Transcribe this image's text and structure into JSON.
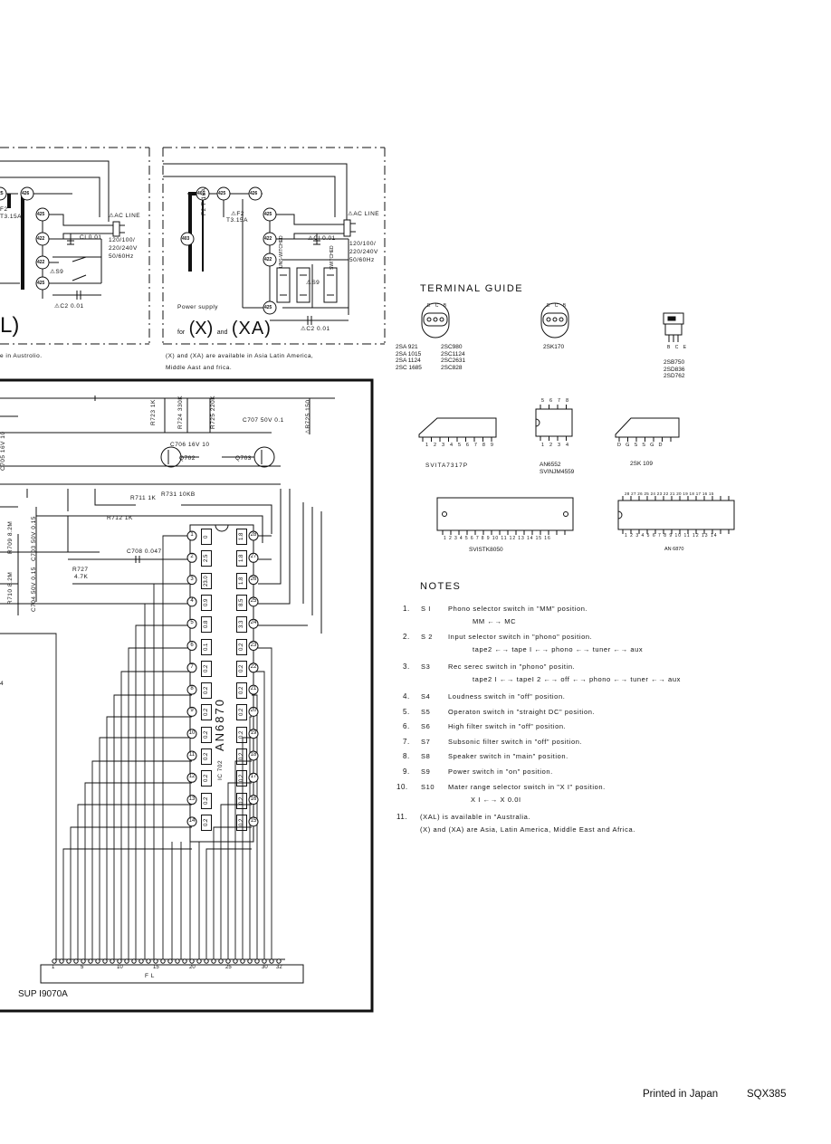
{
  "left_power": {
    "nodes": [
      "426",
      "425",
      "422",
      "422",
      "425"
    ],
    "ac_line": "AC LINE",
    "fuse": "F2",
    "fuse_rating": "T3.15A",
    "cap": "CI  0.01",
    "cap2": "C2  0.01",
    "switch": "S9",
    "voltages": [
      "120/100/",
      "220/240V",
      "50/60Hz"
    ],
    "model_tail": "L)",
    "caption": "e  in  Austrolio."
  },
  "right_power": {
    "nodes": [
      "401",
      "425",
      "426",
      "403",
      "425",
      "422",
      "422",
      "425"
    ],
    "ac_line": "AC  LINE",
    "fuse1": "F2 T 16A",
    "fuse2": "F2",
    "fuse2_rating": "T3.15A",
    "cap": "CI  0.01",
    "cap2": "C2  0.01",
    "switch": "S9",
    "unswitched": "UNS-WITCHED",
    "switched": "SWITCHED",
    "voltages": [
      "120/100/",
      "220/240V",
      "50/60Hz"
    ],
    "title_line1": "Power  supply",
    "title_for": "for",
    "title_x": "(X)",
    "title_and": "and",
    "title_xa": "(XA)",
    "caption_line1": "(X)  and  (XA)  are  available  in  Asia  Latin  America,",
    "caption_line2": "Middle  Aast  and  frica."
  },
  "meter_board": {
    "ic_name": "AN6870",
    "ic_ref": "IC 702",
    "left_pins": [
      {
        "num": "1",
        "val": "0"
      },
      {
        "num": "2",
        "val": "2.5"
      },
      {
        "num": "3",
        "val": "23.0"
      },
      {
        "num": "4",
        "val": "0.9"
      },
      {
        "num": "5",
        "val": "0.8"
      },
      {
        "num": "6",
        "val": "0.1"
      },
      {
        "num": "7",
        "val": "0.2"
      },
      {
        "num": "8",
        "val": "0.2"
      },
      {
        "num": "9",
        "val": "0.2"
      },
      {
        "num": "10",
        "val": "0.2"
      },
      {
        "num": "11",
        "val": "0.2"
      },
      {
        "num": "12",
        "val": "0.2"
      },
      {
        "num": "13",
        "val": "0.2"
      },
      {
        "num": "14",
        "val": "0.2"
      }
    ],
    "right_pins": [
      {
        "num": "28",
        "val": "1.8"
      },
      {
        "num": "27",
        "val": "1.8"
      },
      {
        "num": "26",
        "val": "1.8"
      },
      {
        "num": "25",
        "val": "8.5"
      },
      {
        "num": "24",
        "val": "3.3"
      },
      {
        "num": "23",
        "val": "0.2"
      },
      {
        "num": "22",
        "val": "0.2"
      },
      {
        "num": "21",
        "val": "0.2"
      },
      {
        "num": "20",
        "val": "0.2"
      },
      {
        "num": "19",
        "val": "0.2"
      },
      {
        "num": "18",
        "val": "0.2"
      },
      {
        "num": "17",
        "val": "0.2"
      },
      {
        "num": "16",
        "val": "0.2"
      },
      {
        "num": "15",
        "val": "0.2"
      }
    ],
    "r723": "R723",
    "r723_val": "1K",
    "r724": "R724",
    "r724_val": "330K",
    "r725": "R725",
    "r725_val": "220K",
    "c707": "C707  50V 0.1",
    "r725b": "R725 150",
    "c705": "C705",
    "c705_val": "16V 10",
    "c706": "C706  16V 10",
    "q702": "Q702",
    "q703": "Q703",
    "r711": "R711  1K",
    "r731": "R731  10KB",
    "r712": "R712  1K",
    "r709": "R709  8.2M",
    "c703": "C703  50V 0.15",
    "c708": "C708  0.047",
    "r727": "R727",
    "r727_val": "4.7K",
    "r710": "R710  8.2M",
    "c704": "C704  50V 0.15",
    "fl_label": "F L",
    "fl_numbers": [
      "1",
      "5",
      "10",
      "15",
      "20",
      "25",
      "30",
      "32"
    ],
    "board_ref": "SUP I9070A",
    "edge_mark": "4"
  },
  "terminal_guide": {
    "title": "TERMINAL   GUIDE",
    "to92_pins": "E C B",
    "to92_list_a": [
      "2SA 921",
      "2SA 1015",
      "2SA 1124",
      "2SC 1685"
    ],
    "to92_list_b": [
      "2SC980",
      "2SC1124",
      "2SC2631",
      "2SC828"
    ],
    "sk170_pins": "E C B",
    "sk170": "2SK170",
    "to220_pins": "B C E",
    "to220_list": [
      "2SB750",
      "2SD836",
      "2SD762"
    ],
    "sip9_pins": "1 2 3 4 5 6 7 8 9",
    "sip9_name": "SVITA7317P",
    "dip8_top": "5 6 7 8",
    "dip8_bot": "1 2 3 4",
    "dip8_name1": "AN6552",
    "dip8_name2": "SVINJM4559",
    "sk109_pins": "D G S  S G D",
    "sk109_name": "2SK 109",
    "stk_pins": "1 2 3 4 5 6 7 8 9 10 11 12 13 14 15 16",
    "stk_name": "SVISTK8050",
    "an_top": "28 27 26 25 24 23 22 21 20 19 18 17 16 15",
    "an_bot": "1 2 3 4 5 6 7 8 9 10 11 12 13 14",
    "an_name": "AN 6870"
  },
  "notes": {
    "title": "NOTES",
    "items": [
      {
        "num": "1.",
        "sw": "S I",
        "text": "Phono  selector  switch  in  \"MM\"  position.",
        "sub": "MM  ←→  MC"
      },
      {
        "num": "2.",
        "sw": "S 2",
        "text": "Input  selector  switch  in  \"phono\"  position.",
        "sub": "tape2  ←→  tape I  ←→  phono  ←→  tuner  ←→  aux"
      },
      {
        "num": "3.",
        "sw": "S3",
        "text": "Rec  serec  switch  in  \"phono\"  positin.",
        "sub": "tape2    I  ←→  tapeI    2  ←→  off  ←→  phono  ←→  tuner  ←→  aux"
      },
      {
        "num": "4.",
        "sw": "S4",
        "text": "Loudness  switch  in  \"off\"  position.",
        "sub": ""
      },
      {
        "num": "5.",
        "sw": "S5",
        "text": "Operaton  switch  in  \"straight  DC\"  position.",
        "sub": ""
      },
      {
        "num": "6.",
        "sw": "S6",
        "text": "High  filter  switch  in  \"off\"  position.",
        "sub": ""
      },
      {
        "num": "7.",
        "sw": "S7",
        "text": "Subsonic  filter  switch  in  \"off\"  position.",
        "sub": ""
      },
      {
        "num": "8.",
        "sw": "S8",
        "text": "Speaker  switch  in \"main\"  position.",
        "sub": ""
      },
      {
        "num": "9.",
        "sw": "S9",
        "text": "Power  switch  in  \"on\"  position.",
        "sub": ""
      },
      {
        "num": "10.",
        "sw": "S10",
        "text": "Mater  range  selector  switch  in  \"X I\"  position.",
        "sub": "X I  ←→  X 0.0I"
      },
      {
        "num": "11.",
        "sw": "",
        "text": "(XAL)  is  available  in  \"Australia.",
        "sub": "(X)  and  (XA)  are  Asia,  Latin  America,  Middle  East  and  Africa."
      }
    ]
  },
  "footer": {
    "printed": "Printed in Japan",
    "code": "SQX385"
  }
}
